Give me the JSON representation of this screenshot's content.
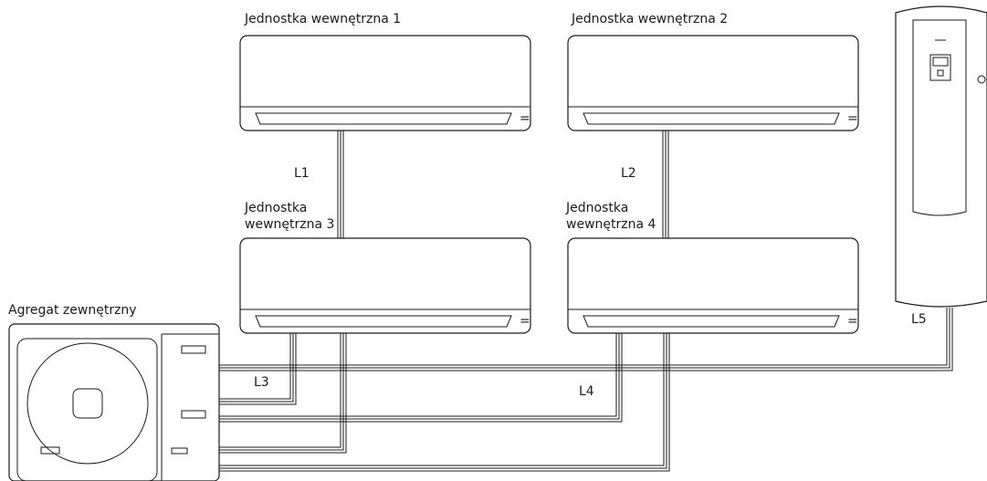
{
  "indoor_units": [
    {
      "label_line1": "Jednostka wewnętrzna 1",
      "label_line2": ""
    },
    {
      "label_line1": "Jednostka wewnętrzna 2",
      "label_line2": ""
    },
    {
      "label_line1": "Jednostka",
      "label_line2": "wewnętrzna 3"
    },
    {
      "label_line1": "Jednostka",
      "label_line2": "wewnętrzna 4"
    }
  ],
  "outdoor_unit": {
    "label": "Agregat zewnętrzny"
  },
  "pipe_labels": {
    "l1": "L1",
    "l2": "L2",
    "l3": "L3",
    "l4": "L4",
    "l5": "L5"
  },
  "unit_vent_symbol": "="
}
